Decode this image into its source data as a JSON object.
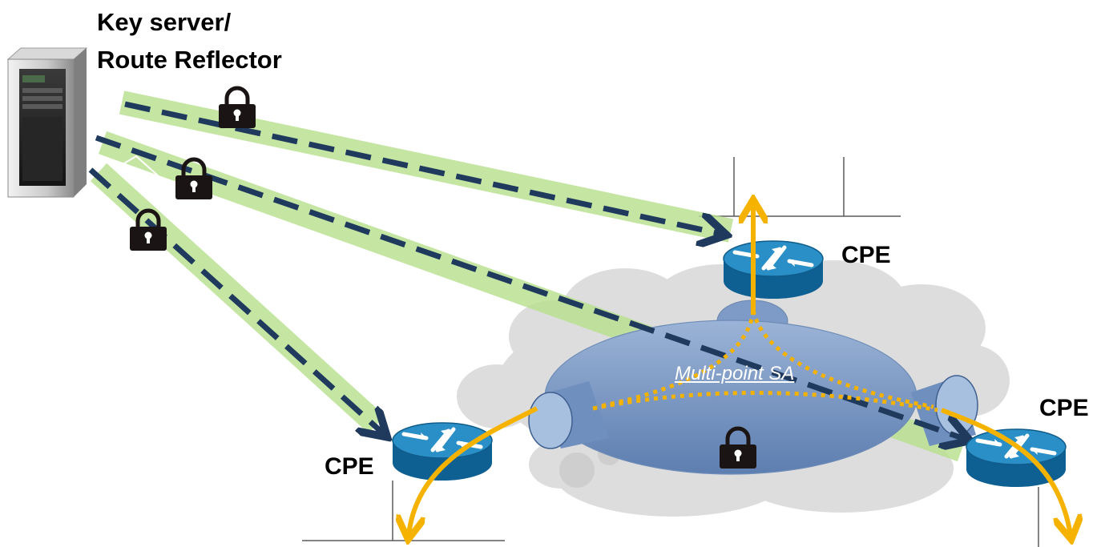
{
  "server": {
    "title_line1": "Key server/",
    "title_line2": "Route Reflector",
    "icon": "server-tower-icon"
  },
  "cpe_labels": {
    "top": "CPE",
    "left": "CPE",
    "right": "CPE"
  },
  "cloud": {
    "sa_label": "Multi-point SA"
  },
  "icons": {
    "lock": "padlock-icon",
    "router": "router-icon"
  },
  "colors": {
    "tunnel_band": "#b9e08f",
    "control_dash": "#1f3a5c",
    "data_flow": "#f5b300",
    "cloud": "#d6d6d6",
    "sa_disk": "#7d9bc6",
    "router_top": "#2a8fc7",
    "router_side": "#0e5f92",
    "lock": "#1a1414"
  }
}
